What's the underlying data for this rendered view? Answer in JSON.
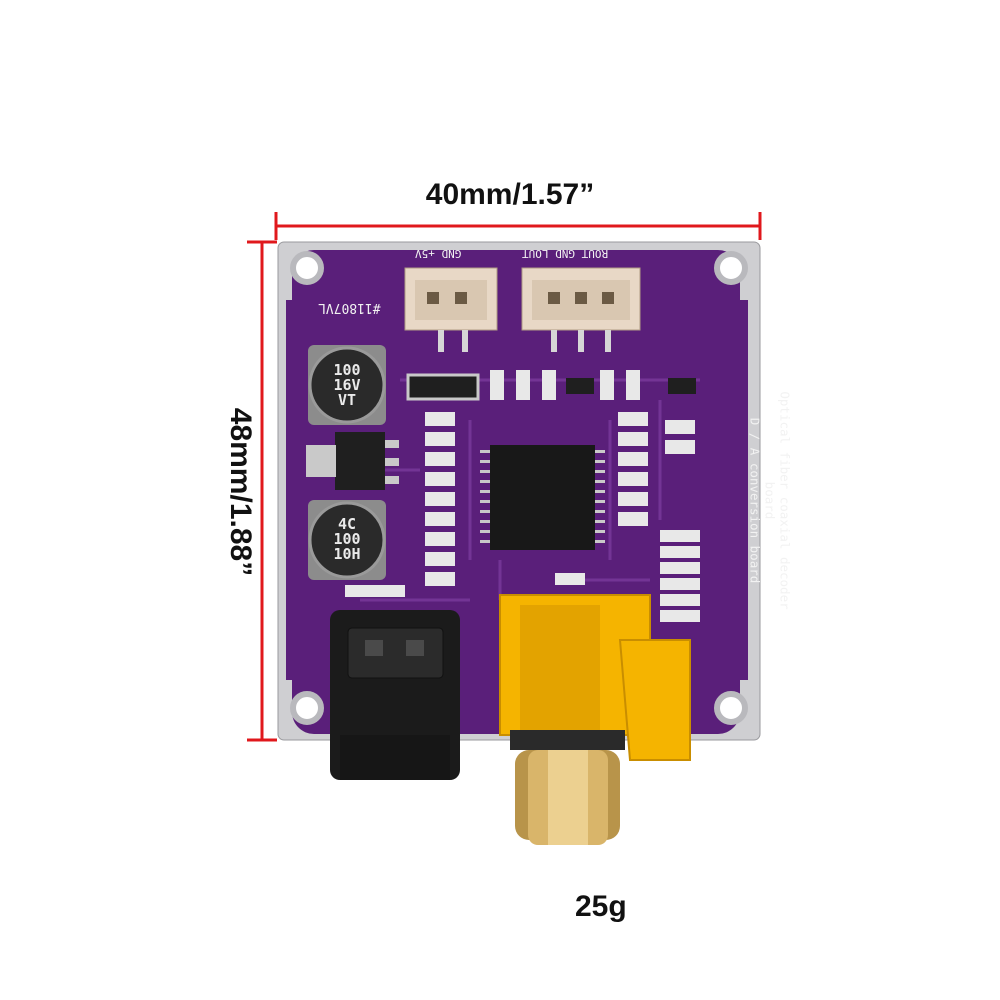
{
  "dimensions": {
    "width": "40mm/1.57”",
    "height": "48mm/1.88”",
    "weight": "25g"
  },
  "board": {
    "pin_left": "GND  +5V",
    "pin_right": "ROUT GND LOUT",
    "serial": "#11807VL",
    "description_line1": "Optical fiber coaxial decoder board",
    "description_line2": "D / A conversion board",
    "cap1": "100\n16V\nVT",
    "cap2": "4C\n100\n10H"
  },
  "colors": {
    "pcb": "#5a1f7a",
    "measure": "#e0181c",
    "rca_housing": "#f5b400",
    "toslink": "#1b1b1b"
  }
}
